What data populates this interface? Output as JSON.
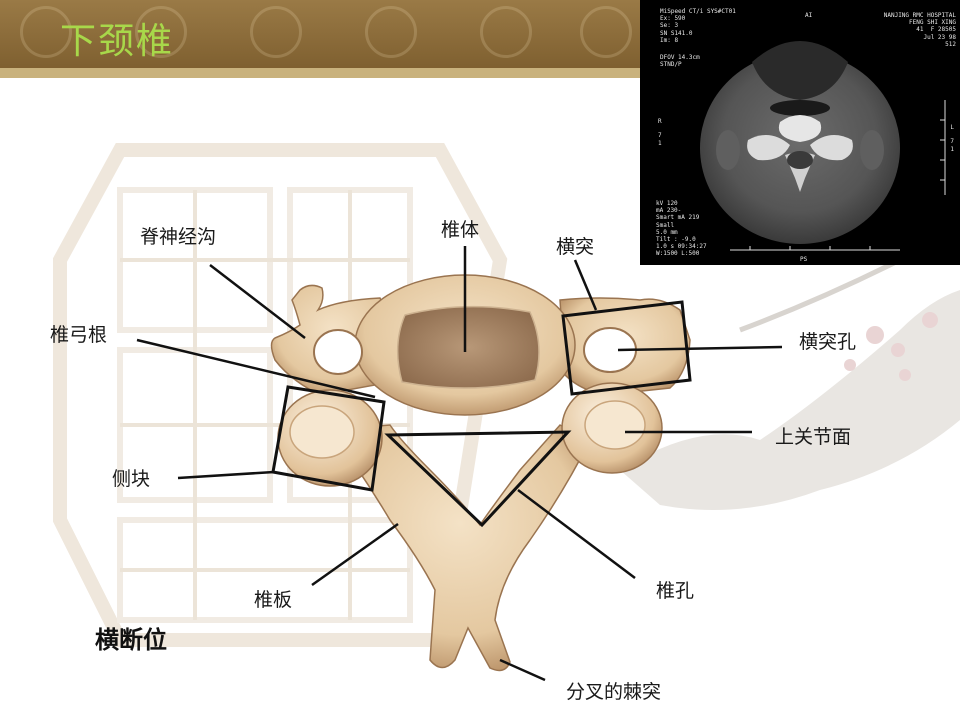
{
  "slide": {
    "title": "下颈椎",
    "caption": "横断位"
  },
  "labels": {
    "spinal_nerve_groove": "脊神经沟",
    "vertebral_body": "椎体",
    "transverse_process": "横突",
    "pedicle": "椎弓根",
    "transverse_foramen": "横突孔",
    "superior_articular_facet": "上关节面",
    "lateral_mass": "侧块",
    "vertebral_foramen": "椎孔",
    "lamina": "椎板",
    "bifid_spinous_process": "分叉的棘突"
  },
  "ct_image": {
    "top_left": "MiSpeed CT/i SYS#CT01\nEx: 590\nSe: 3\nSN S141.0\nIm: 8",
    "top_center": "AI",
    "top_right": "NANJING RMC HOSPITAL\nFENG SHI XING\n41  F 28505\nJul 23 98\n512",
    "left_mid": "DFOV 14.3cm\nSTND/P",
    "left_marker": "R\n\n7\n1",
    "right_marker": "L\n\n7\n1",
    "bottom_left": "kV 120\nmA 230-\nSmart mA 219\nSmall\n5.0 mm\nTilt : -9.0\n1.0 s 09:34:27\nW:1500 L:500",
    "bottom_center": "PS"
  },
  "colors": {
    "header": "#8a6a3a",
    "title": "#a8d84a",
    "bone": "#e8cda6",
    "bone_shadow": "#b08860",
    "body_center": "#a88a68"
  }
}
